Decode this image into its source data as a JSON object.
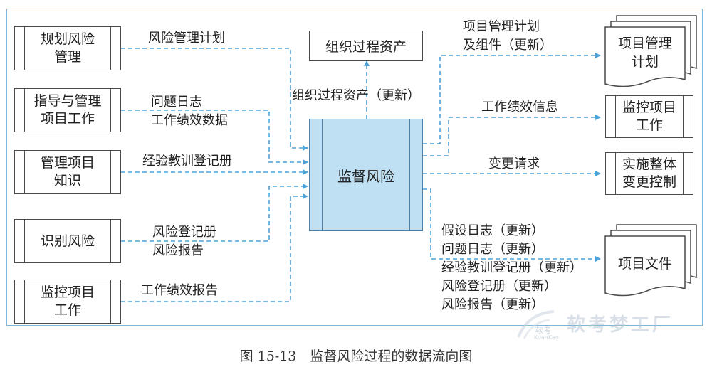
{
  "inputs": [
    {
      "process": "规划风险\n管理",
      "flow": "风险管理计划"
    },
    {
      "process": "指导与管理\n项目工作",
      "flow": "问题日志\n工作绩效数据"
    },
    {
      "process": "管理项目\n知识",
      "flow": "经验教训登记册"
    },
    {
      "process": "识别风险",
      "flow": "风险登记册\n风险报告"
    },
    {
      "process": "监控项目\n工作",
      "flow": "工作绩效报告"
    }
  ],
  "center_process": "监督风险",
  "top_output": {
    "target": "组织过程资产",
    "flow": "组织过程资产（更新）"
  },
  "outputs": [
    {
      "target": "项目管理\n计划",
      "flow": "项目管理计划\n及组件（更新）"
    },
    {
      "target": "监控项目\n工作",
      "flow": "工作绩效信息"
    },
    {
      "target": "实施整体\n变更控制",
      "flow": "变更请求"
    },
    {
      "target": "项目文件",
      "flow": "假设日志（更新）\n问题日志（更新）\n经验教训登记册（更新）\n风险登记册（更新）\n风险报告（更新）"
    }
  ],
  "caption": "图 15-13　监督风险过程的数据流向图",
  "watermark": {
    "brand": "软考梦工厂",
    "small": "软考",
    "tiny": "KuanKao"
  },
  "colors": {
    "flow_line": "#4da3d8",
    "center_fill": "#bfe0f3",
    "frame": "#7fb6d6"
  }
}
